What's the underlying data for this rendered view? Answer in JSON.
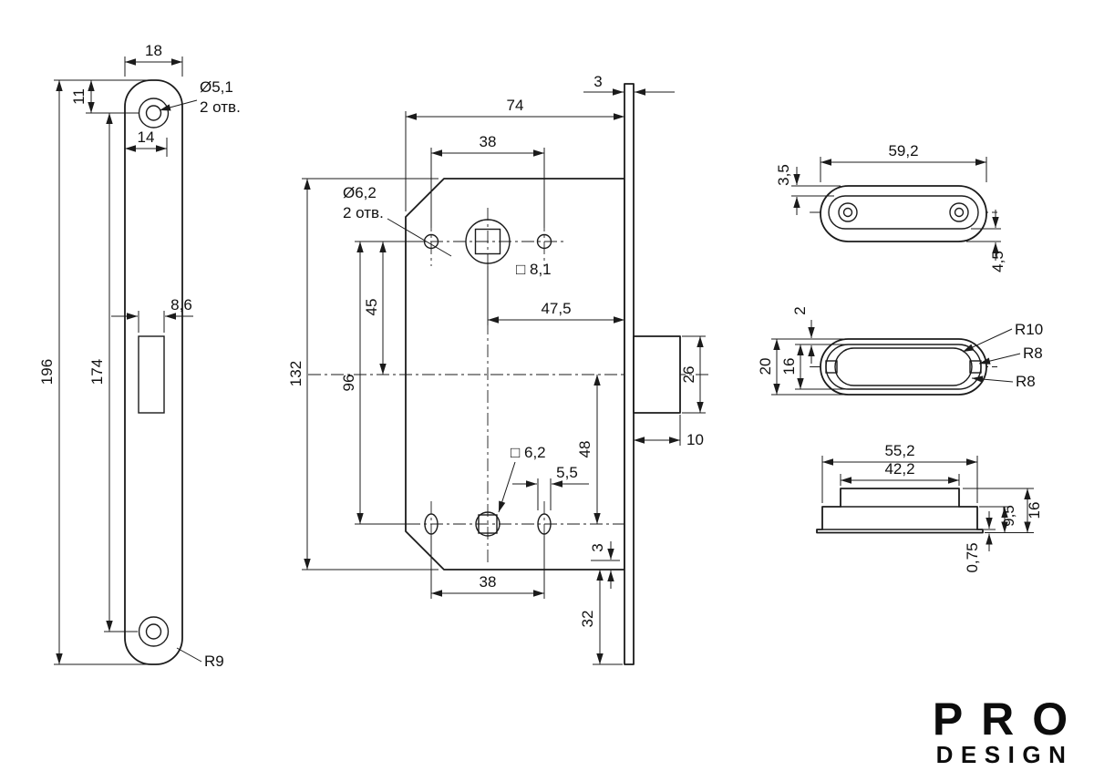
{
  "drawing": {
    "faceplate": {
      "width": "18",
      "hole_offset_top": "11",
      "case_offset": "14",
      "latch_slot_width": "8,6",
      "hole_spacing": "174",
      "total_length": "196",
      "hole_note_dia": "Ø5,1",
      "hole_note_qty": "2 отв.",
      "corner_radius": "R9"
    },
    "body": {
      "depth": "74",
      "plate_thickness": "3",
      "top_hole_spacing": "38",
      "hole_note_dia": "Ø6,2",
      "hole_note_qty": "2 отв.",
      "spindle_square": "□ 8,1",
      "backset": "47,5",
      "axis_offset": "45",
      "row_spacing": "96",
      "case_height": "132",
      "latch_height": "26",
      "latch_throw": "10",
      "lower_offset": "48",
      "lower_square": "□ 6,2",
      "slot_width": "5,5",
      "edge_gap": "3",
      "bottom_hole_spacing": "38",
      "plate_overhang": "32"
    },
    "strike_front": {
      "width": "59,2",
      "rim_top": "3,5",
      "rim_bottom": "4,5"
    },
    "strike_back": {
      "rim": "2",
      "height": "20",
      "inner_height": "16",
      "r10": "R10",
      "r8_mid": "R8",
      "r8_outer": "R8"
    },
    "strike_section": {
      "width": "55,2",
      "top_width": "42,2",
      "total_height": "16",
      "body_height": "9,5",
      "flange_thickness": "0,75"
    }
  },
  "logo": {
    "line1": "PRO",
    "line2": "DESIGN"
  }
}
